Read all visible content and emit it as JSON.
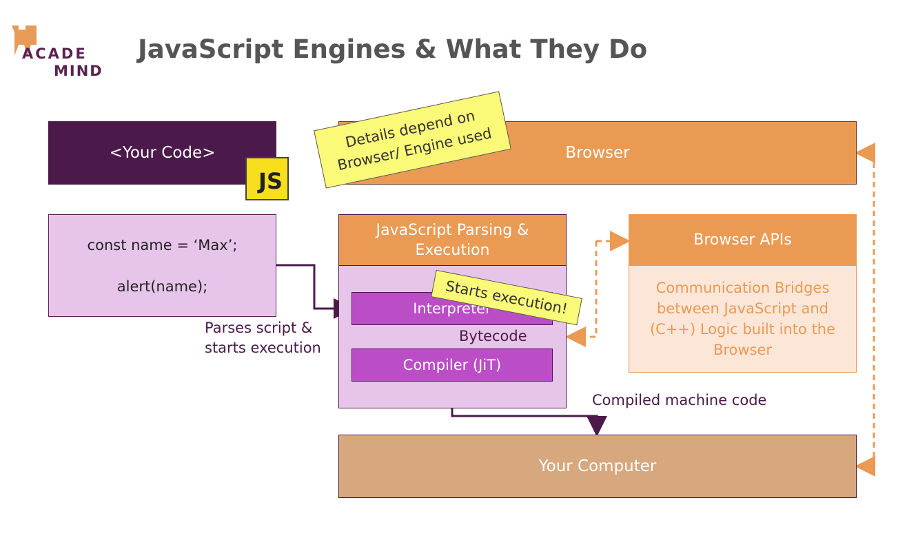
{
  "logo": {
    "line1": "ACADE",
    "line2": "MIND"
  },
  "title": "JavaScript Engines & What They Do",
  "code_box": "<Your Code>",
  "js_badge": "JS",
  "snippet": {
    "line1": "const name = ‘Max’;",
    "line2": "alert(name);"
  },
  "browser": "Browser",
  "engine": {
    "header_line1": "JavaScript Parsing &",
    "header_line2": "Execution",
    "interpreter": "Interpreter",
    "compiler": "Compiler (JiT)"
  },
  "apis": {
    "header": "Browser APIs",
    "body": "Communication Bridges between JavaScript and (C++) Logic built into the Browser"
  },
  "computer": "Your Computer",
  "labels": {
    "parses_line1": "Parses script &",
    "parses_line2": "starts execution",
    "bytecode": "Bytecode",
    "compiled": "Compiled machine code"
  },
  "notes": {
    "details_line1": "Details depend on",
    "details_line2": "Browser/ Engine used",
    "starts": "Starts execution!"
  },
  "colors": {
    "dark_purple": "#4b1a4a",
    "orange": "#eb9a54",
    "light_purple": "#e7c5ea",
    "purple": "#bb4dc7",
    "tan": "#d7a77d",
    "sticky": "#fafa78",
    "js_yellow": "#f7df1e"
  }
}
